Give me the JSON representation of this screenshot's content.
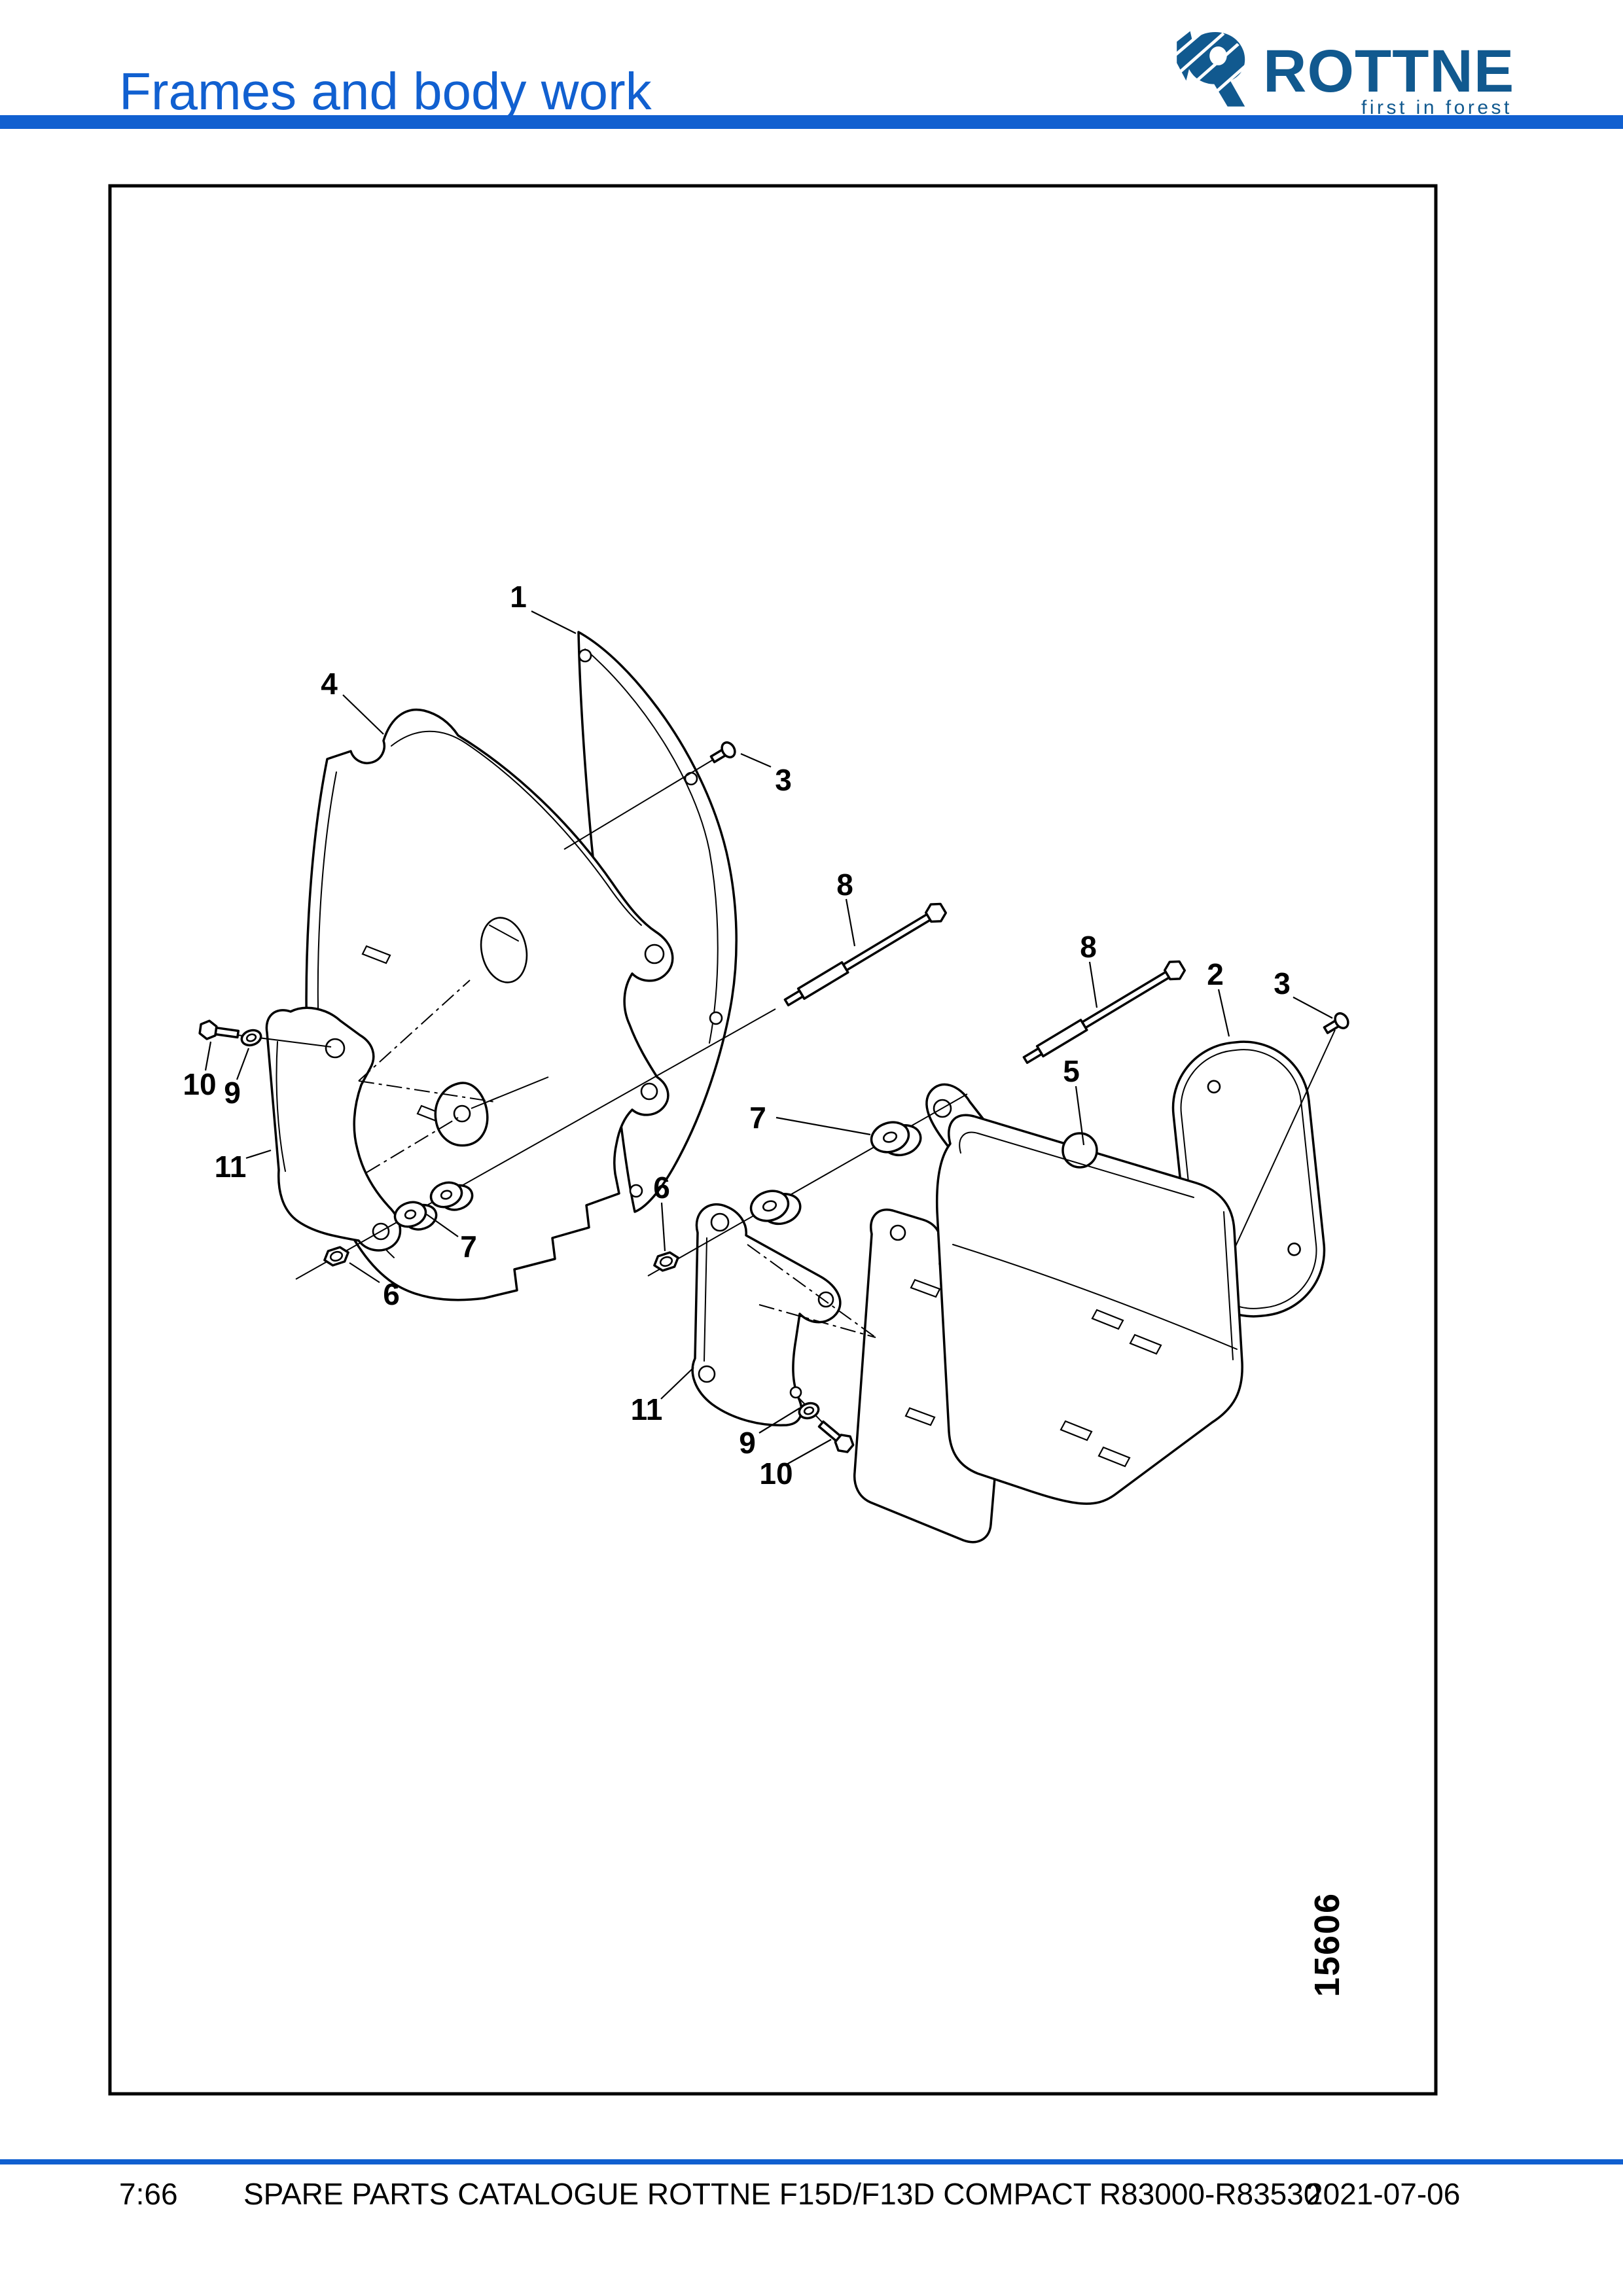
{
  "header": {
    "title": "Frames and body work"
  },
  "logo": {
    "brand": "ROTTNE",
    "tagline": "first in forest"
  },
  "diagram": {
    "figure_number": "15606",
    "callouts": [
      {
        "label": "1"
      },
      {
        "label": "4"
      },
      {
        "label": "3"
      },
      {
        "label": "8"
      },
      {
        "label": "8"
      },
      {
        "label": "2"
      },
      {
        "label": "3"
      },
      {
        "label": "5"
      },
      {
        "label": "7"
      },
      {
        "label": "6"
      },
      {
        "label": "11"
      },
      {
        "label": "9"
      },
      {
        "label": "10"
      },
      {
        "label": "10"
      },
      {
        "label": "9"
      },
      {
        "label": "11"
      },
      {
        "label": "6"
      },
      {
        "label": "7"
      }
    ]
  },
  "footer": {
    "page": "7:66",
    "catalogue": "SPARE PARTS CATALOGUE ROTTNE F15D/F13D COMPACT R83000-R83530",
    "date": "2021-07-06"
  },
  "colors": {
    "accent_blue": "#1160d0",
    "logo_blue": "#11598f",
    "line_black": "#000000"
  }
}
